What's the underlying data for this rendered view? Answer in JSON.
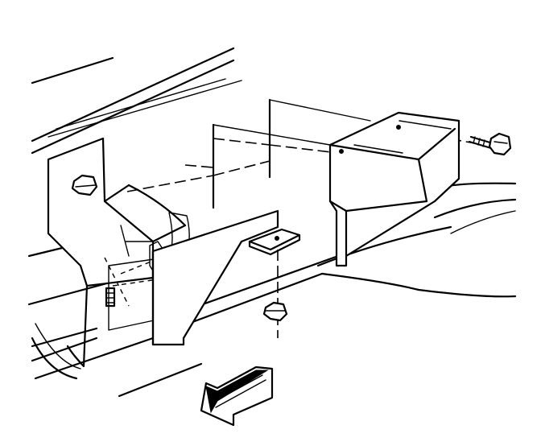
{
  "diagram": {
    "components": [
      {
        "id": "frame-rail",
        "icon": "frame-rail-icon"
      },
      {
        "id": "front-bracket",
        "icon": "bracket-icon"
      },
      {
        "id": "mounting-bolt-left",
        "icon": "bolt-head-icon"
      },
      {
        "id": "spacer-plate-small",
        "icon": "plate-icon"
      },
      {
        "id": "spacer-plate-large",
        "icon": "plate-icon"
      },
      {
        "id": "skid-box",
        "icon": "box-bracket-icon"
      },
      {
        "id": "flange-bolt",
        "icon": "bolt-icon"
      },
      {
        "id": "square-washer-plate",
        "icon": "washer-plate-icon"
      },
      {
        "id": "hex-nut",
        "icon": "nut-icon"
      },
      {
        "id": "direction-arrow",
        "icon": "front-arrow-icon"
      }
    ],
    "colors": {
      "line": "#000000",
      "background": "#ffffff"
    }
  }
}
